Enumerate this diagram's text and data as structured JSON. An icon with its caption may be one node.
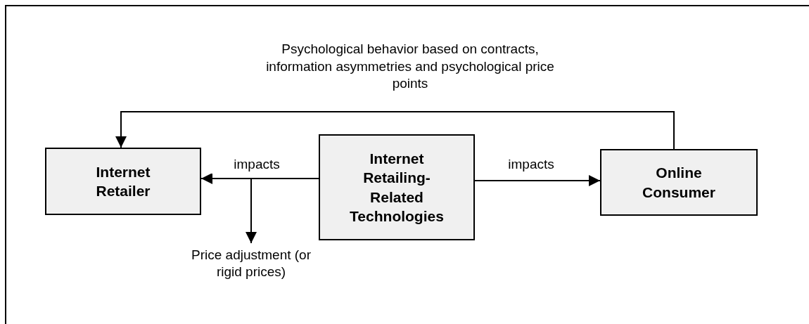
{
  "diagram": {
    "nodes": [
      {
        "text": [
          "Internet Retailer"
        ]
      },
      {
        "text": [
          "Internet Retailing-Related Technologies"
        ]
      },
      {
        "text": [
          "Online Consumer"
        ]
      },
      {
        "text": [
          "Price adjustment (or rigid prices)"
        ]
      }
    ],
    "edges": [
      {
        "from": 1,
        "to": 0,
        "arrow": "to",
        "label": "impacts"
      },
      {
        "from": 1,
        "to": 2,
        "arrow": "to",
        "label": "impacts"
      },
      {
        "from": 2,
        "to": 0,
        "arrow": "to",
        "label": "Psychological behavior based on contracts, information asymmetries and psychological price points"
      },
      {
        "from": 1,
        "to": 3,
        "arrow": "to"
      }
    ]
  }
}
